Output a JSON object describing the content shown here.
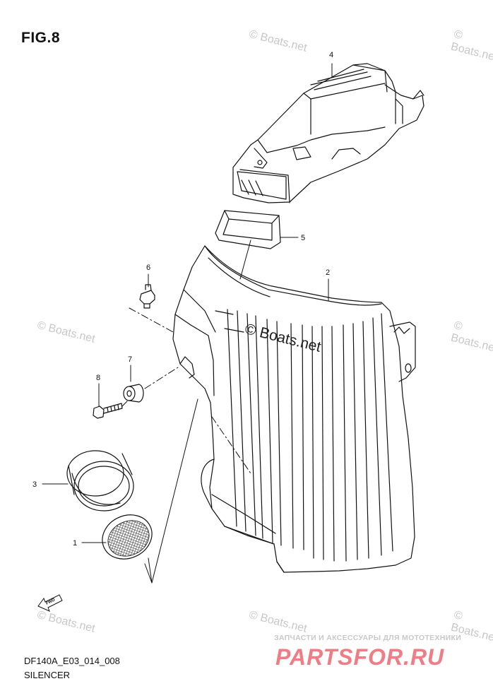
{
  "figure": {
    "title": "FIG.8",
    "code": "DF140A_E03_014_008",
    "name": "SILENCER"
  },
  "callouts": {
    "c1": "1",
    "c2": "2",
    "c3": "3",
    "c4": "4",
    "c5": "5",
    "c6": "6",
    "c7": "7",
    "c8": "8"
  },
  "fwd_badge": "FWD",
  "watermarks": {
    "center": "© Boats.net",
    "faint": "© Boats.net"
  },
  "shop": {
    "caption": "ЗАПЧАСТИ И АКСЕССУАРЫ ДЛЯ МОТОТЕХНИКИ",
    "logo": "PARTSFOR.RU"
  },
  "colors": {
    "line": "#111111",
    "logo": "#ee7d86",
    "watermark": "#c7c7c7"
  }
}
